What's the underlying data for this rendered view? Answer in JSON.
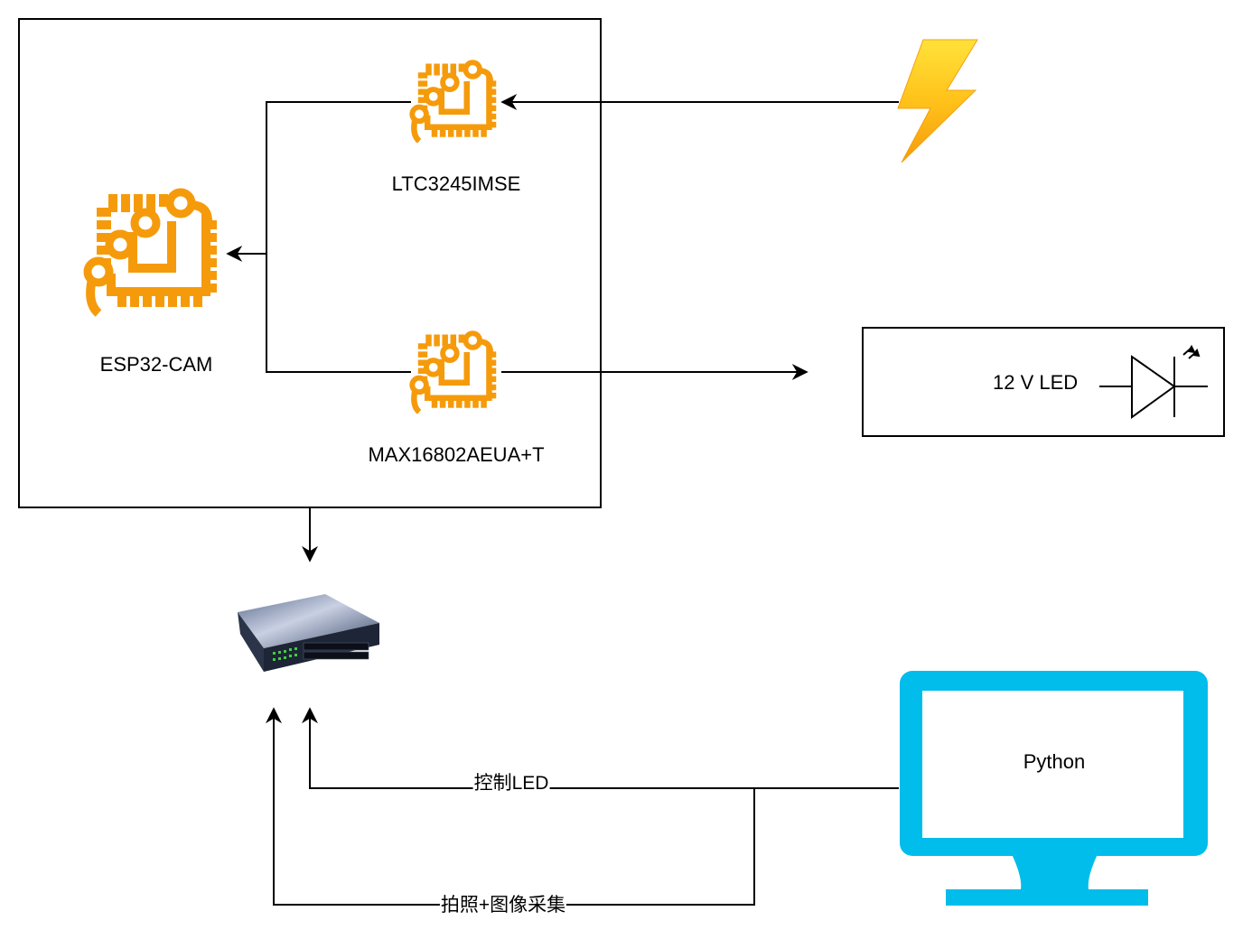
{
  "nodes": {
    "esp32": {
      "label": "ESP32-CAM",
      "icon": "microcontroller-chip-icon"
    },
    "ltc": {
      "label": "LTC3245IMSE",
      "icon": "voltage-regulator-chip-icon"
    },
    "max": {
      "label": "MAX16802AEUA+T",
      "icon": "led-driver-chip-icon"
    },
    "power": {
      "icon": "lightning-bolt-icon"
    },
    "led": {
      "label": "12 V LED",
      "icon": "led-diode-symbol-icon"
    },
    "switch": {
      "icon": "network-switch-icon"
    },
    "pc": {
      "label": "Python",
      "icon": "computer-monitor-icon"
    }
  },
  "edges": {
    "control": {
      "label": "控制LED"
    },
    "capture": {
      "label": "拍照+图像采集"
    }
  },
  "colors": {
    "chip": "#F59B0B",
    "monitor": "#00BDEB",
    "line": "#000000",
    "bolt_top": "#FFD21A",
    "bolt_bottom": "#F59B0B"
  }
}
